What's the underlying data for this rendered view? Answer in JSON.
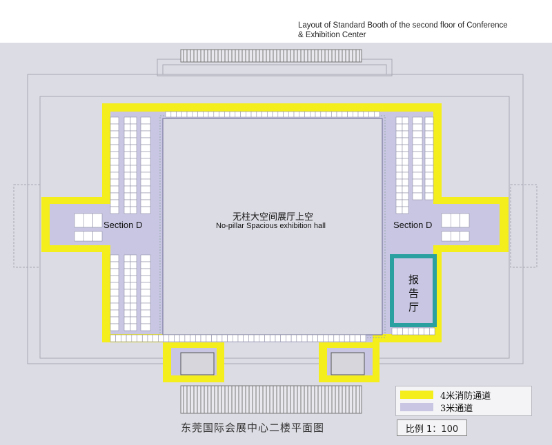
{
  "title": {
    "line1": "Layout of Standard Booth of the second floor of Conference",
    "line2": "& Exhibition Center"
  },
  "hall": {
    "name_cn": "无柱大空间展厅上空",
    "name_en": "No-pillar Spacious exhibition hall"
  },
  "sections": {
    "left": "Section D",
    "right": "Section D"
  },
  "auditorium": "报告厅",
  "legend": {
    "items": [
      {
        "label": "4米消防通道",
        "color": "#f4ee1c"
      },
      {
        "label": "3米通道",
        "color": "#c8c6e2"
      }
    ]
  },
  "footer": {
    "plan_title": "东莞国际会展中心二楼平面图",
    "scale": "比例 1：100"
  },
  "colors": {
    "fire_lane": "#f4ee1c",
    "aisle": "#c8c6e2",
    "auditorium_border": "#2aa0a0",
    "background": "#dcdce4"
  }
}
